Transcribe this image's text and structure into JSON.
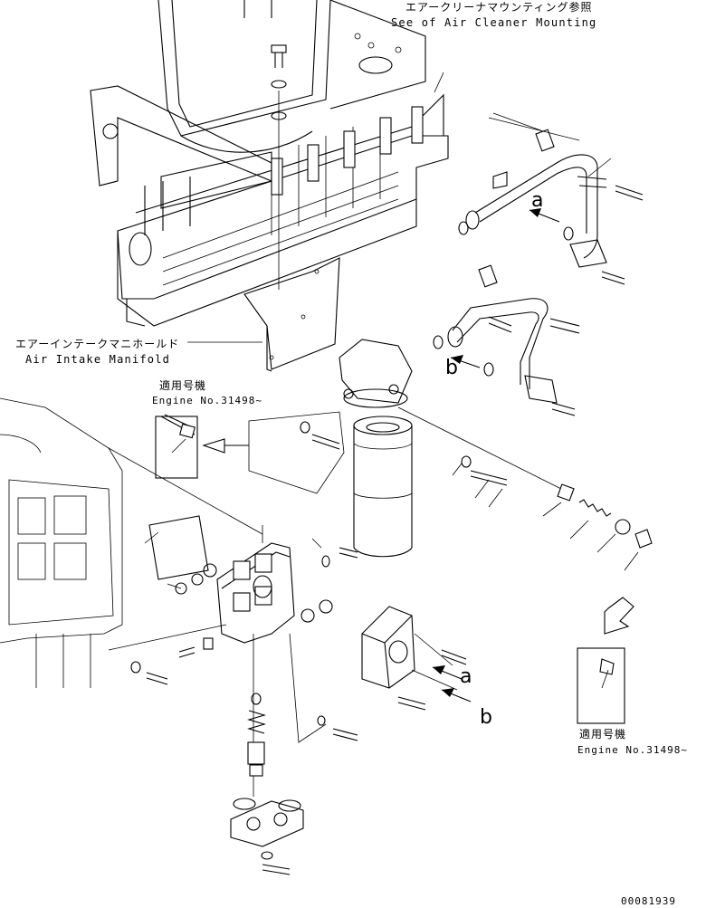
{
  "labels": {
    "air_cleaner_jp": "エアークリーナマウンティング参照",
    "air_cleaner_en": "See of Air Cleaner Mounting",
    "intake_jp": "エアーインテークマニホールド",
    "intake_en": "Air Intake Manifold",
    "applicable_jp": "適用号機",
    "engine_no": "Engine No.31498~",
    "applicable_jp_2": "適用号機",
    "engine_no_2": "Engine No.31498~"
  },
  "ref_letters": {
    "a_upper": "a",
    "b_upper": "b",
    "a_lower": "a",
    "b_lower": "b"
  },
  "drawing_number": "00081939"
}
